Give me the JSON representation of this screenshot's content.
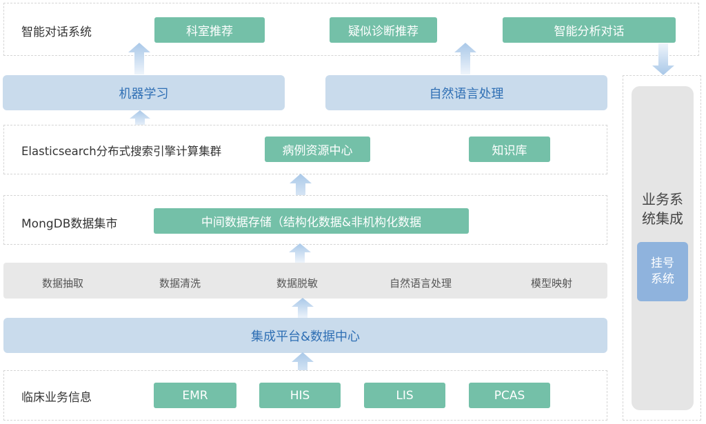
{
  "layers": {
    "dialog": {
      "title": "智能对话系统",
      "items": [
        "科室推荐",
        "疑似诊断推荐",
        "智能分析对话"
      ]
    },
    "ml_bar": {
      "label": "机器学习"
    },
    "nlp_bar": {
      "label": "自然语言处理"
    },
    "elastic": {
      "title": "Elasticsearch分布式搜索引擎计算集群",
      "items": [
        "病例资源中心",
        "知识库"
      ]
    },
    "mongo": {
      "title": "MongDB数据集市",
      "item": "中间数据存储（结构化数据&非机构化数据"
    },
    "processing": {
      "items": [
        "数据抽取",
        "数据清洗",
        "数据脱敏",
        "自然语言处理",
        "模型映射"
      ]
    },
    "integration_bar": {
      "label": "集成平台&数据中心"
    },
    "clinical": {
      "title": "临床业务信息",
      "items": [
        "EMR",
        "HIS",
        "LIS",
        "PCAS"
      ]
    }
  },
  "side": {
    "title_line1": "业务系",
    "title_line2": "统集成",
    "button_line1": "挂号",
    "button_line2": "系统"
  },
  "colors": {
    "teal": "#74c0a8",
    "blue_bar": "#c9dbec",
    "blue_text": "#2f6fb4",
    "grey_bar": "#e8e8e8",
    "side_button": "#8fb3dd"
  }
}
